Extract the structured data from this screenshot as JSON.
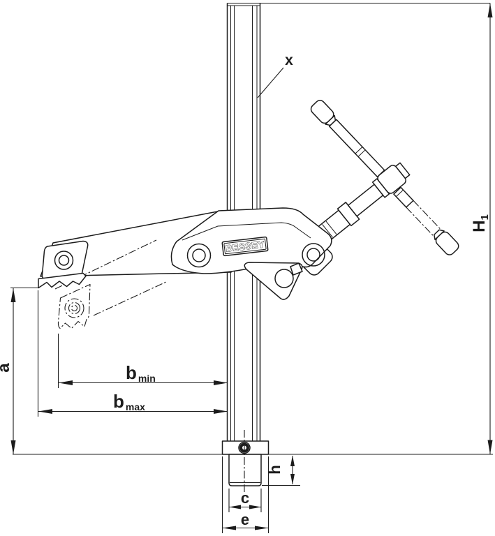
{
  "drawing": {
    "type": "technical-dimension-drawing",
    "brand_plate": "BESSEY",
    "labels": {
      "x": "x",
      "H1_base": "H",
      "H1_sub": "1",
      "a": "a",
      "b_base": "b",
      "b_min_sub": "min",
      "b_max_sub": "max",
      "h": "h",
      "c": "c",
      "e": "e"
    },
    "colors": {
      "line": "#1c1c1c",
      "background": "#ffffff"
    }
  }
}
